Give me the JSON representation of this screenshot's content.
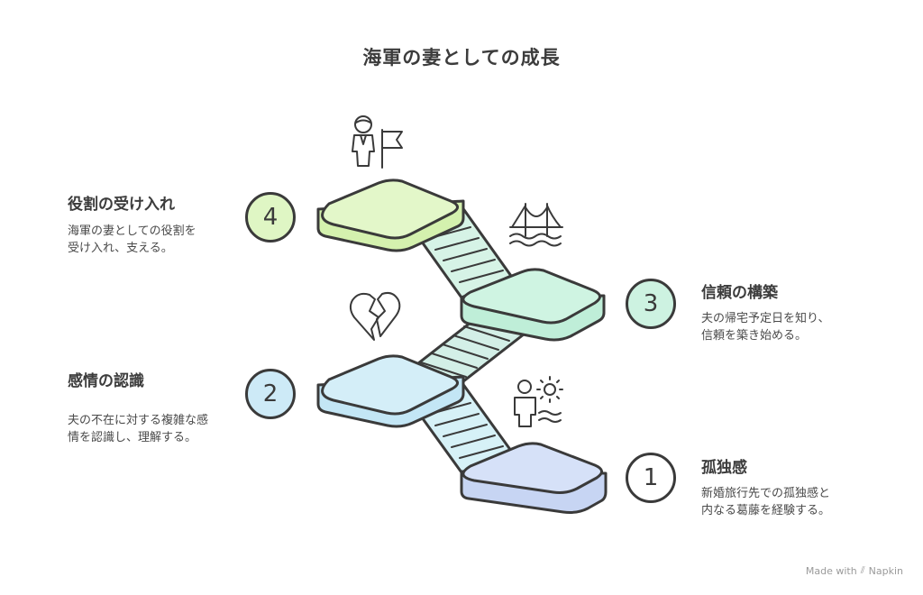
{
  "title": "海軍の妻としての成長",
  "colors": {
    "step1": "#cfdcf7",
    "step2": "#cdeaf7",
    "step3": "#c9f1df",
    "step4": "#def6bf",
    "outline": "#3a3a3a"
  },
  "steps": [
    {
      "number": "1",
      "heading": "孤独感",
      "desc": "新婚旅行先での孤独感と\n内なる葛藤を経験する。",
      "icon": "person-sun-waves-icon"
    },
    {
      "number": "2",
      "heading": "感情の認識",
      "desc": "夫の不在に対する複雑な感\n情を認識し、理解する。",
      "icon": "broken-heart-icon"
    },
    {
      "number": "3",
      "heading": "信頼の構築",
      "desc": "夫の帰宅予定日を知り、\n信頼を築き始める。",
      "icon": "bridge-icon"
    },
    {
      "number": "4",
      "heading": "役割の受け入れ",
      "desc": "海軍の妻としての役割を\n受け入れ、支える。",
      "icon": "person-flag-icon"
    }
  ],
  "footer": {
    "made_with": "Made with",
    "brand": "Napkin"
  }
}
